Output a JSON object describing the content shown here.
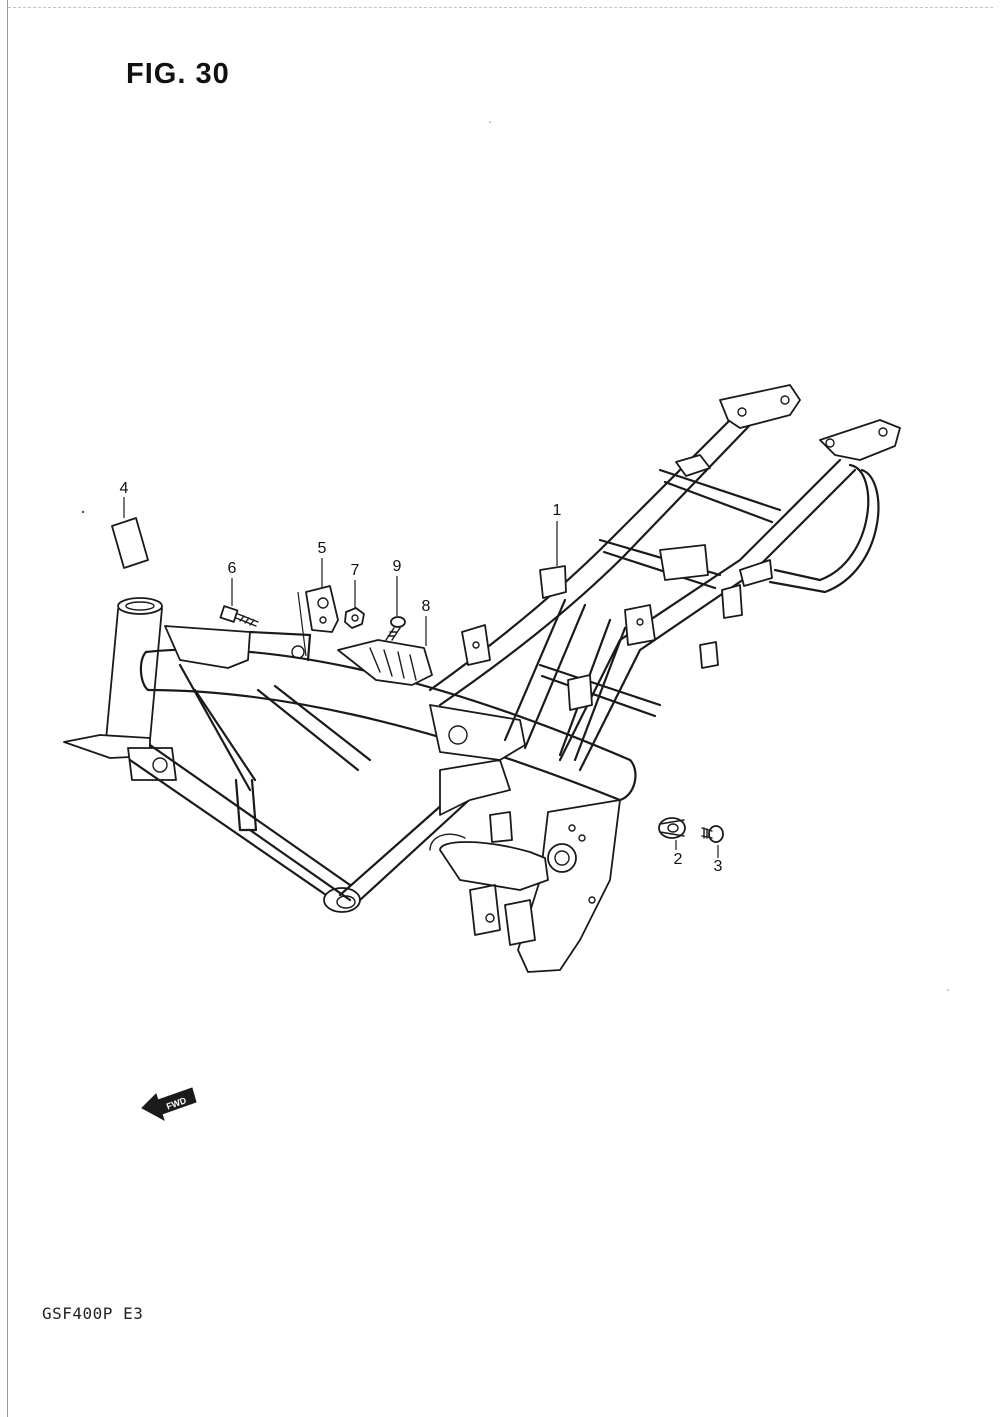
{
  "figure": {
    "title": "FIG. 30",
    "model_code": "GSF400P E3",
    "direction_label": "FWD"
  },
  "callouts": [
    {
      "id": "1",
      "label": "1"
    },
    {
      "id": "2",
      "label": "2"
    },
    {
      "id": "3",
      "label": "3"
    },
    {
      "id": "4",
      "label": "4"
    },
    {
      "id": "5",
      "label": "5"
    },
    {
      "id": "6",
      "label": "6"
    },
    {
      "id": "7",
      "label": "7"
    },
    {
      "id": "8",
      "label": "8"
    },
    {
      "id": "9",
      "label": "9"
    }
  ],
  "colors": {
    "ink": "#1a1a1a",
    "paper": "#ffffff"
  }
}
